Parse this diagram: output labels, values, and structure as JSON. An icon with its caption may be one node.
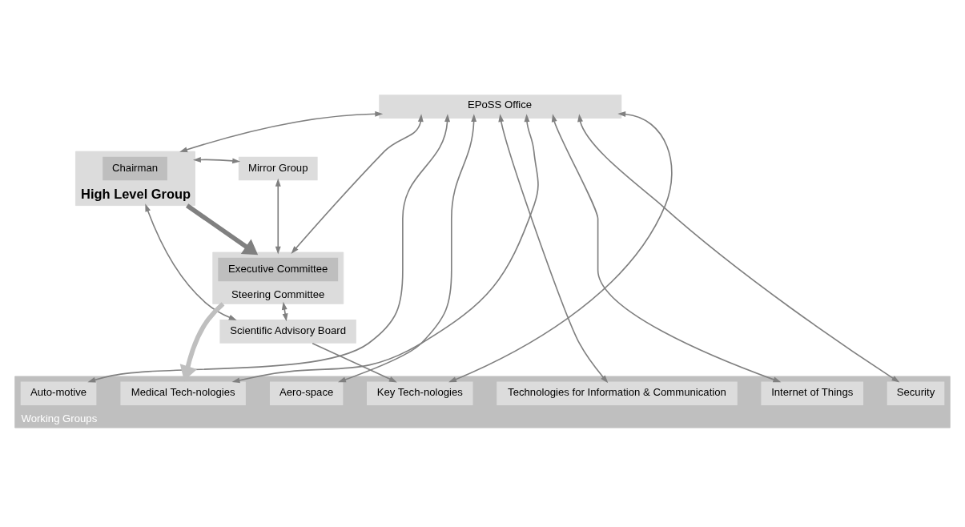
{
  "diagram": {
    "nodes": [
      {
        "text": [
          "EPoSS Office"
        ]
      },
      {
        "text": [
          "High Level Group"
        ]
      },
      {
        "text": [
          "Chairman"
        ],
        "in": 1
      },
      {
        "text": [
          "Steering Committee"
        ]
      },
      {
        "text": [
          "Executive Committee"
        ],
        "in": 3
      },
      {
        "text": [
          "Mirror Group"
        ]
      },
      {
        "text": [
          "Scientific Advisory Board"
        ]
      },
      {
        "text": [
          "Working Groups"
        ]
      },
      {
        "text": [
          "Auto-motive"
        ],
        "in": 7
      },
      {
        "text": [
          "Aero-space"
        ],
        "in": 7
      },
      {
        "text": [
          "Technologies for Information & Communication"
        ],
        "in": 7
      },
      {
        "text": [
          "Medical Tech-nologies"
        ],
        "in": 7
      },
      {
        "text": [
          "Internet of Things"
        ],
        "in": 7
      },
      {
        "text": [
          "Security"
        ],
        "in": 7
      },
      {
        "text": [
          "Key Tech-nologies"
        ],
        "in": 7
      }
    ],
    "edges": [
      {
        "from": 1,
        "to": 3,
        "arrow": "to",
        "style": "thick"
      },
      {
        "from": 3,
        "to": 7,
        "arrow": "to",
        "style": "thick",
        "color": "#bfbfbf"
      },
      {
        "from": 0,
        "to": 1,
        "arrow": "both"
      },
      {
        "from": 0,
        "to": 3,
        "arrow": "both"
      },
      {
        "from": 1,
        "to": 5,
        "arrow": "both"
      },
      {
        "from": 1,
        "to": 6,
        "arrow": "both"
      },
      {
        "from": 3,
        "to": 5,
        "arrow": "both"
      },
      {
        "from": 3,
        "to": 6,
        "arrow": "both"
      },
      {
        "from": 0,
        "to": 8,
        "arrow": "both"
      },
      {
        "from": 0,
        "to": 9,
        "arrow": "both"
      },
      {
        "from": 0,
        "to": 10,
        "arrow": "both"
      },
      {
        "from": 0,
        "to": 11,
        "arrow": "both"
      },
      {
        "from": 0,
        "to": 12,
        "arrow": "both"
      },
      {
        "from": 0,
        "to": 13,
        "arrow": "both"
      },
      {
        "from": 0,
        "to": 14,
        "arrow": "both"
      },
      {
        "from": 6,
        "to": 14,
        "arrow": "to"
      }
    ]
  }
}
